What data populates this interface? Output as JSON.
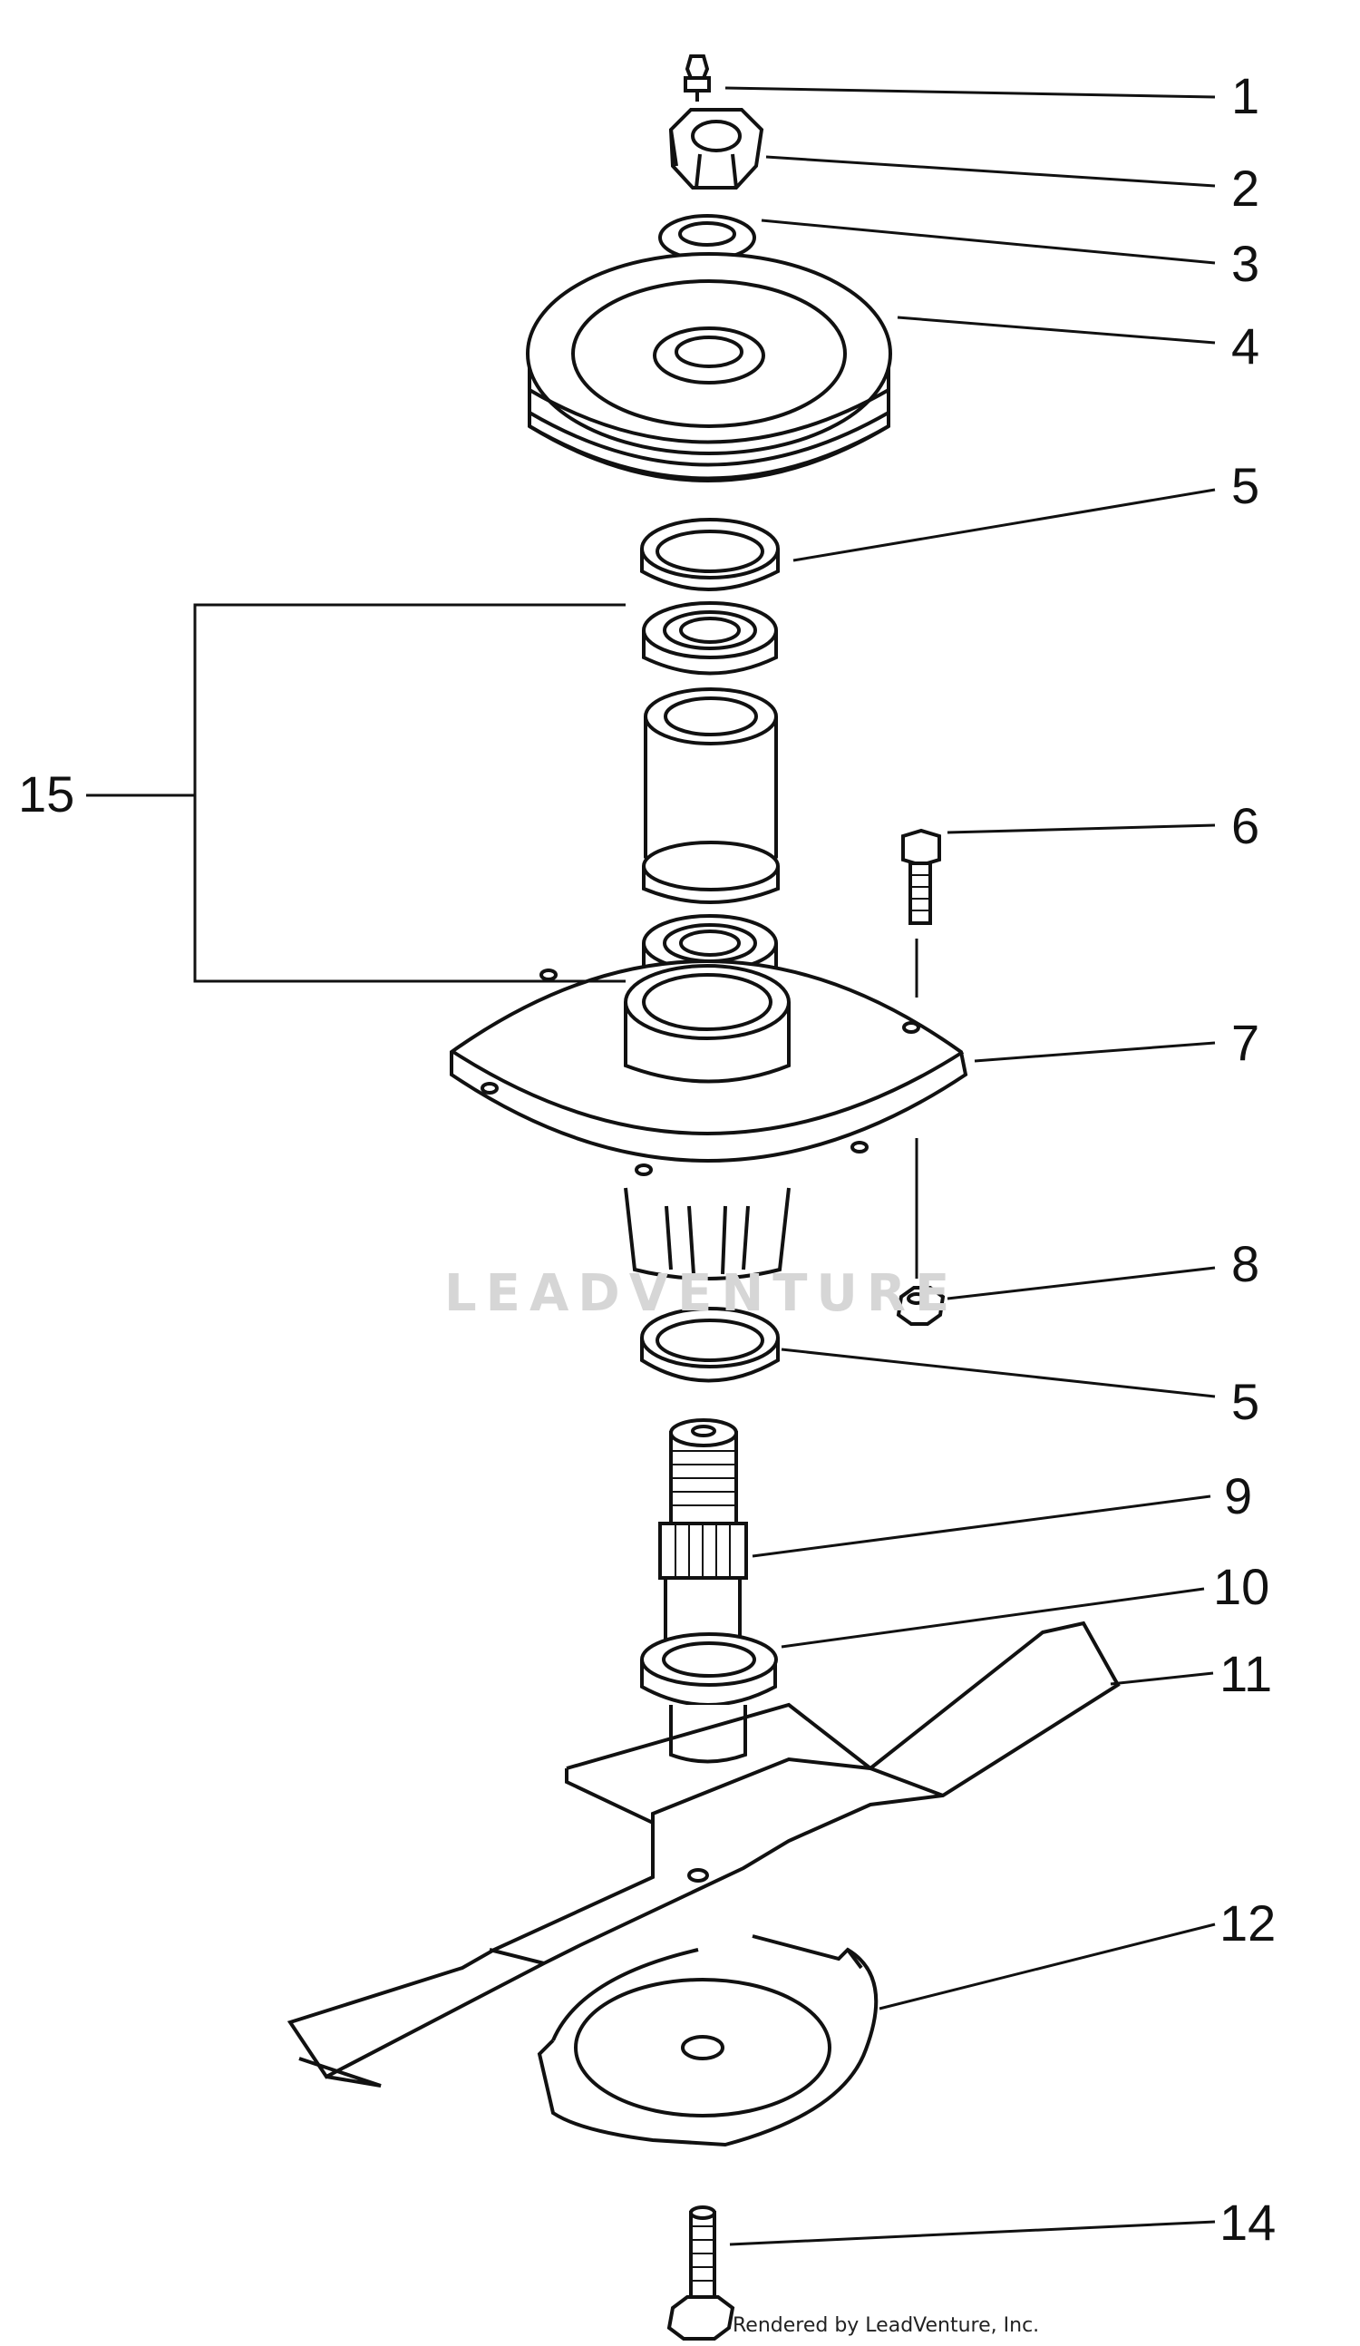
{
  "callouts": {
    "c1": "1",
    "c2": "2",
    "c3": "3",
    "c4": "4",
    "c5a": "5",
    "c5b": "5",
    "c6": "6",
    "c7": "7",
    "c8": "8",
    "c9": "9",
    "c10": "10",
    "c11": "11",
    "c12": "12",
    "c14": "14",
    "c15": "15"
  },
  "watermark": "LEADVENTURE",
  "credit": "Rendered by LeadVenture, Inc.",
  "colors": {
    "line": "#111111",
    "paper": "#ffffff",
    "watermark": "#d6d6d6"
  }
}
